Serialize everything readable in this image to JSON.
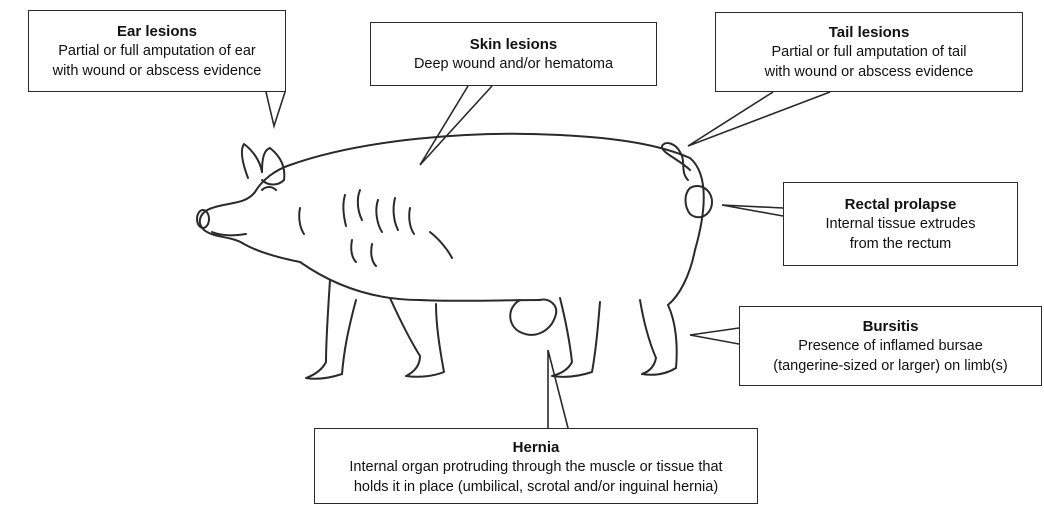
{
  "callouts": {
    "ear": {
      "title": "Ear lesions",
      "lines": [
        "Partial or full amputation of ear",
        "with wound or abscess evidence"
      ]
    },
    "skin": {
      "title": "Skin lesions",
      "lines": [
        "Deep wound and/or hematoma"
      ]
    },
    "tail": {
      "title": "Tail lesions",
      "lines": [
        "Partial or full amputation of tail",
        "with wound or abscess evidence"
      ]
    },
    "rectal": {
      "title": "Rectal prolapse",
      "lines": [
        "Internal tissue extrudes",
        "from the rectum"
      ]
    },
    "bursitis": {
      "title": "Bursitis",
      "lines": [
        "Presence of inflamed bursae",
        "(tangerine-sized or larger) on limb(s)"
      ]
    },
    "hernia": {
      "title": "Hernia",
      "lines": [
        "Internal organ protruding through the muscle or tissue that",
        "holds it in place (umbilical, scrotal and/or inguinal hernia)"
      ]
    }
  },
  "icons": {
    "illustration": "pig-illustration"
  },
  "colors": {
    "stroke": "#2a2a2a",
    "background": "#ffffff"
  }
}
